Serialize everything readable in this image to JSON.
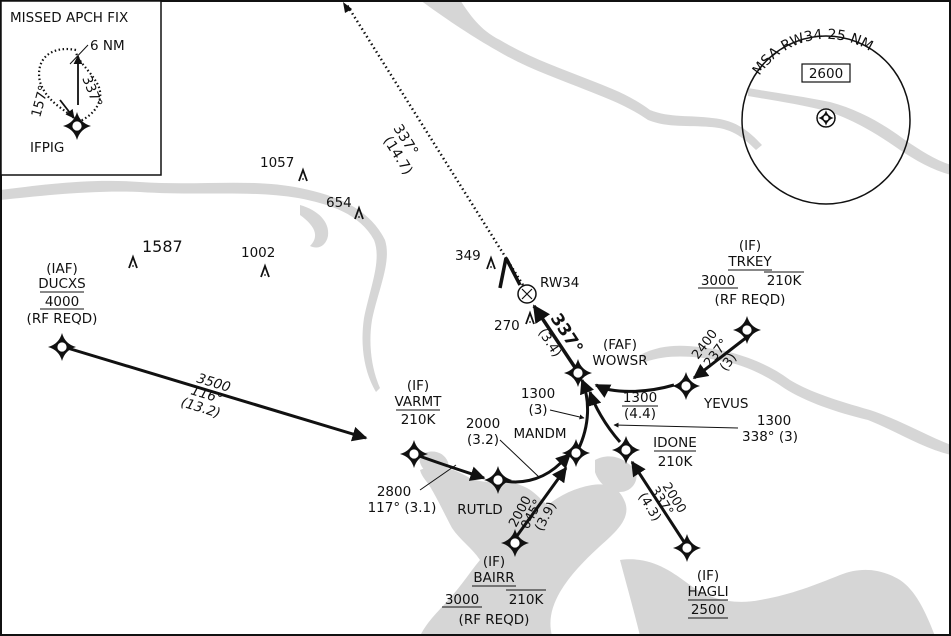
{
  "colors": {
    "ink": "#111111",
    "water": "#d6d6d6",
    "paper": "#ffffff"
  },
  "missed": {
    "title": "MISSED APCH FIX",
    "dist": "6 NM",
    "crs_out": "337°",
    "crs_in": "157°",
    "fix": "IFPIG"
  },
  "msa": {
    "title": "MSA RW34 25 NM",
    "alt": "2600"
  },
  "obstacles": {
    "o1057": "1057",
    "o654": "654",
    "o1587": "1587",
    "o1002": "1002",
    "o349": "349",
    "o270": "270"
  },
  "runway": {
    "label": "RW34"
  },
  "missed_leg": {
    "crs": "337°",
    "dist": "(14.7)"
  },
  "final_leg": {
    "crs": "337°",
    "dist": "(3.4)"
  },
  "ducxs": {
    "role": "(IAF)",
    "name": "DUCXS",
    "alt": "4000",
    "note": "(RF REQD)"
  },
  "ducxs_leg": {
    "alt": "3500",
    "crs": "116°",
    "dist": "(13.2)"
  },
  "varmt": {
    "role": "(IF)",
    "name": "VARMT",
    "spd": "210K"
  },
  "trkey": {
    "role": "(IF)",
    "name": "TRKEY",
    "alt": "3000",
    "spd": "210K",
    "note": "(RF REQD)"
  },
  "trkey_leg": {
    "alt": "2400",
    "crs": "237°",
    "dist": "(3)"
  },
  "wowsr": {
    "role": "(FAF)",
    "name": "WOWSR"
  },
  "yevus": {
    "name": "YEVUS",
    "leg_alt": "1300",
    "leg_dist": "(4.4)"
  },
  "mandm": {
    "name": "MANDM",
    "leg_alt": "1300",
    "leg_dist": "(3)",
    "from_rutld_alt": "2000",
    "from_rutld_dist": "(3.2)"
  },
  "idone": {
    "name": "IDONE",
    "spd": "210K",
    "leg_alt": "1300",
    "leg_crs": "338° (3)"
  },
  "rutld": {
    "name": "RUTLD",
    "leg_alt": "2800",
    "leg_crs": "117° (3.1)"
  },
  "bairr": {
    "role": "(IF)",
    "name": "BAIRR",
    "alt": "3000",
    "spd": "210K",
    "note": "(RF REQD)",
    "leg_alt": "2000",
    "leg_crs": "045°",
    "leg_dist": "(3.9)"
  },
  "hagli": {
    "role": "(IF)",
    "name": "HAGLI",
    "alt": "2500",
    "leg_alt": "2000",
    "leg_crs": "337°",
    "leg_dist": "(4.3)"
  }
}
